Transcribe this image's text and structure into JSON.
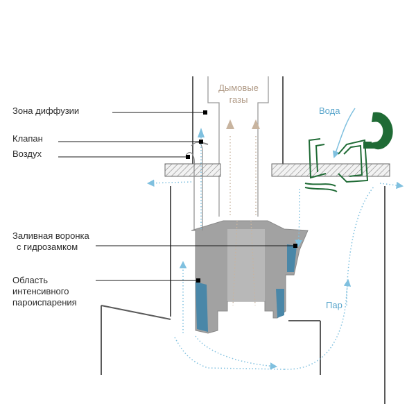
{
  "labels": {
    "diffusion_zone": "Зона диффузии",
    "valve": "Клапан",
    "air": "Воздух",
    "funnel_line1": "Заливная воронка",
    "funnel_line2": "с гидрозамком",
    "evap_line1": "Область",
    "evap_line2": "интенсивного",
    "evap_line3": "пароиспарения"
  },
  "flue_gas": {
    "line1": "Дымовые",
    "line2": "газы"
  },
  "flows": {
    "water": "Вода",
    "steam": "Пар"
  },
  "colors": {
    "outline": "#5a5a5a",
    "burner": "#9e9e9e",
    "hatch": "#888888",
    "water": "#4a87a8",
    "arrow_blue": "#7fc0df",
    "flue_tan": "#c8b49f",
    "valve_green": "#1f6b35",
    "leader": "#1a1a1a"
  },
  "icons": [
    "water-tap-icon"
  ]
}
